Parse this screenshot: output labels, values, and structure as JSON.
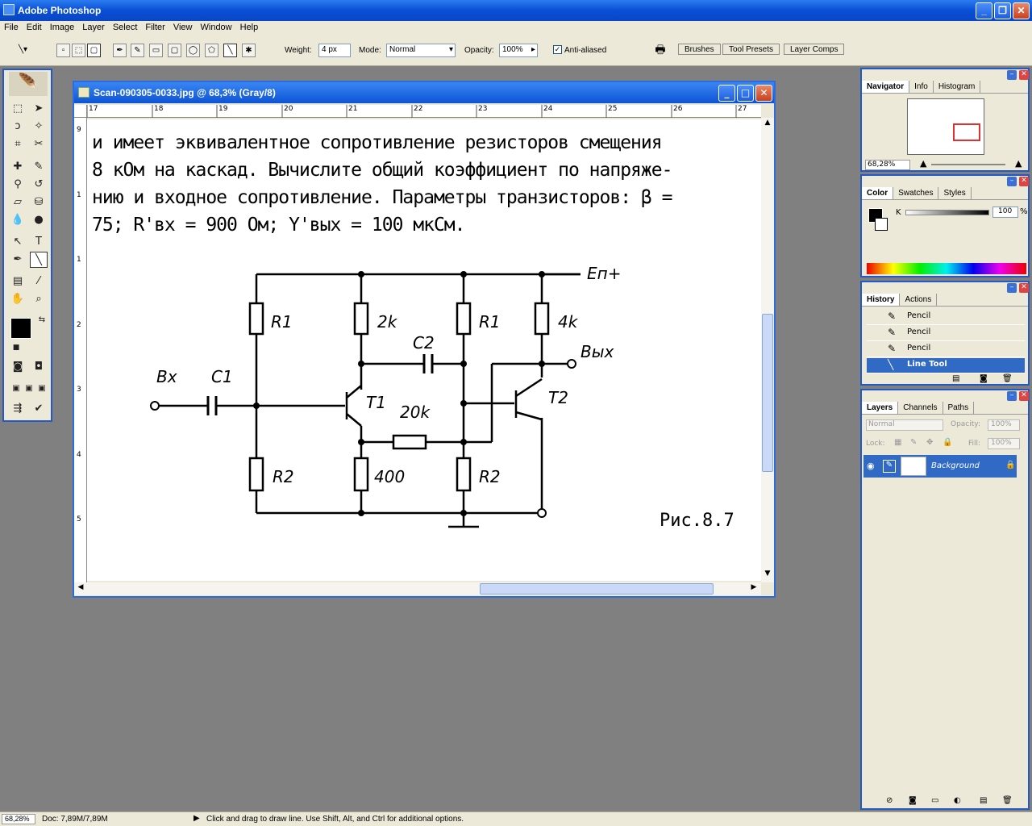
{
  "app": {
    "title": "Adobe Photoshop"
  },
  "menu": [
    "File",
    "Edit",
    "Image",
    "Layer",
    "Select",
    "Filter",
    "View",
    "Window",
    "Help"
  ],
  "options": {
    "weight_label": "Weight:",
    "weight_value": "4 px",
    "mode_label": "Mode:",
    "mode_value": "Normal",
    "opacity_label": "Opacity:",
    "opacity_value": "100%",
    "antialias_label": "Anti-aliased",
    "antialias_checked": true,
    "palette_tabs": [
      "Brushes",
      "Tool Presets",
      "Layer Comps"
    ]
  },
  "document": {
    "title": "Scan-090305-0033.jpg @ 68,3% (Gray/8)",
    "ruler_h": [
      "17",
      "18",
      "19",
      "20",
      "21",
      "22",
      "23",
      "24",
      "25",
      "26",
      "27"
    ],
    "ruler_v": [
      "9",
      "1",
      "1",
      "2",
      "3",
      "4",
      "5"
    ],
    "text_lines": [
      "и имеет эквивалентное  сопротивление резисторов смещения",
      "8 кОм на каскад. Вычислите общий коэффициент по напряже-",
      "нию и входное сопротивление. Параметры транзисторов: β  =",
      "75; R'вх  = 900 Ом; Y'вых  = 100 мкСм."
    ],
    "figure_labels": {
      "supply": "Eп+",
      "r1_left": "R1",
      "r_2k": "2k",
      "r1_right": "R1",
      "r_4k": "4k",
      "c2": "C2",
      "out": "Вых",
      "in": "Вх",
      "c1": "C1",
      "t1": "T1",
      "r_20k": "20k",
      "t2": "T2",
      "r2_left": "R2",
      "r_400": "400",
      "r2_right": "R2",
      "caption": "Рис.8.7"
    }
  },
  "navigator": {
    "tabs": [
      "Navigator",
      "Info",
      "Histogram"
    ],
    "zoom": "68,28%"
  },
  "color": {
    "tabs": [
      "Color",
      "Swatches",
      "Styles"
    ],
    "channel": "K",
    "value": "100",
    "unit": "%"
  },
  "history": {
    "tabs": [
      "History",
      "Actions"
    ],
    "items": [
      "Pencil",
      "Pencil",
      "Pencil",
      "Line Tool"
    ]
  },
  "layers": {
    "tabs": [
      "Layers",
      "Channels",
      "Paths"
    ],
    "blend": "Normal",
    "opacity_label": "Opacity:",
    "opacity": "100%",
    "lock_label": "Lock:",
    "fill_label": "Fill:",
    "fill": "100%",
    "layer_name": "Background"
  },
  "status": {
    "zoom": "68,28%",
    "doc": "Doc: 7,89M/7,89M",
    "hint": "Click and drag to draw line.  Use Shift, Alt, and Ctrl for additional options."
  }
}
